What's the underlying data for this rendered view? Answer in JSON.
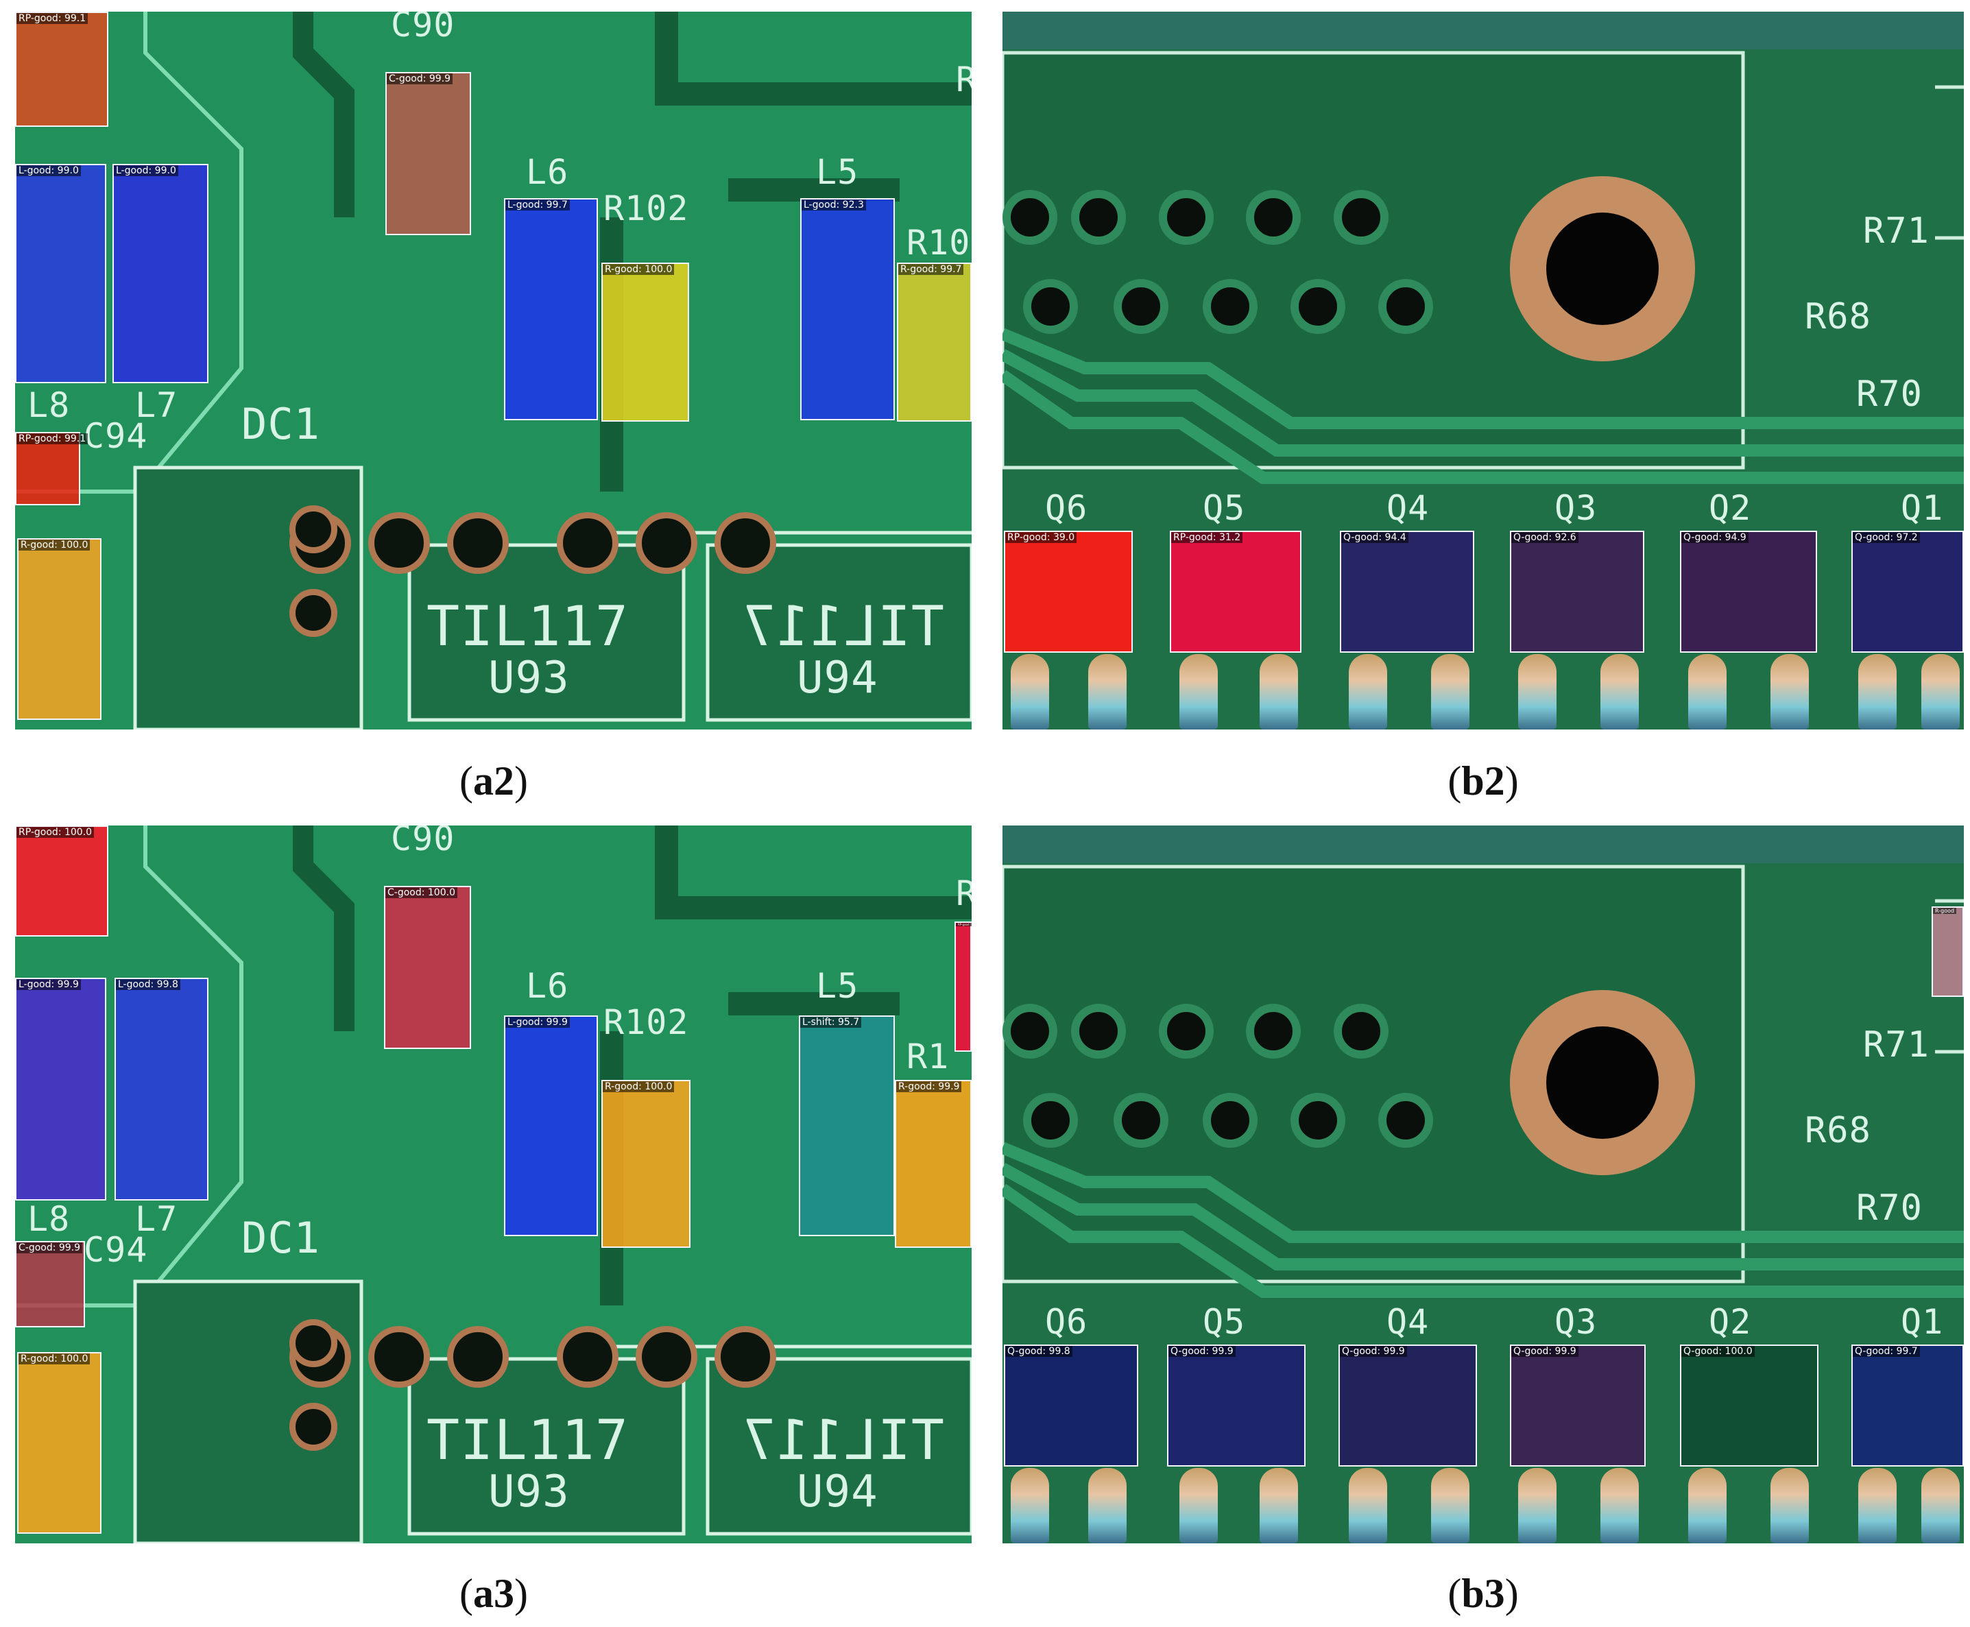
{
  "figure": {
    "panels": [
      {
        "id": "a2",
        "caption_letter": "a2",
        "silkscreen": [
          {
            "text": "C90"
          },
          {
            "text": "L6"
          },
          {
            "text": "R102"
          },
          {
            "text": "L5"
          },
          {
            "text": "R10"
          },
          {
            "text": "L8"
          },
          {
            "text": "L7"
          },
          {
            "text": "C94"
          },
          {
            "text": "DC1"
          },
          {
            "text": "TIL117"
          },
          {
            "text": "U93"
          },
          {
            "text": "TIL117"
          },
          {
            "text": "U94"
          },
          {
            "text": "R"
          }
        ],
        "detections": [
          {
            "label": "RP-good: 99.1",
            "color": "#e8461a"
          },
          {
            "label": "C-good: 99.9",
            "color": "#c0574a"
          },
          {
            "label": "L-good: 99.0",
            "color": "#2a3be0"
          },
          {
            "label": "L-good: 99.0",
            "color": "#2a2be4"
          },
          {
            "label": "L-good: 99.7",
            "color": "#1c36ea"
          },
          {
            "label": "R-good: 100.0",
            "color": "#e8d51f"
          },
          {
            "label": "L-good: 92.3",
            "color": "#1d39e4"
          },
          {
            "label": "R-good: 99.7",
            "color": "#d8cc2a"
          },
          {
            "label": "RP-good: 99.1",
            "color": "#e82410"
          },
          {
            "label": "R-good: 100.0",
            "color": "#f2a322"
          }
        ]
      },
      {
        "id": "b2",
        "caption_letter": "b2",
        "silkscreen": [
          {
            "text": "R71"
          },
          {
            "text": "R68"
          },
          {
            "text": "R70"
          },
          {
            "text": "Q6"
          },
          {
            "text": "Q5"
          },
          {
            "text": "Q4"
          },
          {
            "text": "Q3"
          },
          {
            "text": "Q2"
          },
          {
            "text": "Q1"
          }
        ],
        "detections": [
          {
            "label": "RP-good: 39.0",
            "color": "#fb1a18"
          },
          {
            "label": "RP-good: 31.2",
            "color": "#ec0c40"
          },
          {
            "label": "Q-good: 94.4",
            "color": "#2a1a6a"
          },
          {
            "label": "Q-good: 92.6",
            "color": "#3f1a55"
          },
          {
            "label": "Q-good: 94.9",
            "color": "#3d1553"
          },
          {
            "label": "Q-good: 97.2",
            "color": "#24186e"
          }
        ]
      },
      {
        "id": "a3",
        "caption_letter": "a3",
        "silkscreen": [
          {
            "text": "C90"
          },
          {
            "text": "L6"
          },
          {
            "text": "R102"
          },
          {
            "text": "L5"
          },
          {
            "text": "R1"
          },
          {
            "text": "L8"
          },
          {
            "text": "L7"
          },
          {
            "text": "C94"
          },
          {
            "text": "DC1"
          },
          {
            "text": "TIL117"
          },
          {
            "text": "U93"
          },
          {
            "text": "TIL117"
          },
          {
            "text": "U94"
          },
          {
            "text": "R"
          }
        ],
        "detections": [
          {
            "label": "RP-good: 100.0",
            "color": "#fa1d2a"
          },
          {
            "label": "C-good: 100.0",
            "color": "#d22d4a"
          },
          {
            "label": "L-good: 99.9",
            "color": "#4a2ad0"
          },
          {
            "label": "L-good: 99.8",
            "color": "#2a38e0"
          },
          {
            "label": "L-good: 99.9",
            "color": "#1c36ea"
          },
          {
            "label": "R-good: 100.0",
            "color": "#f6a41e"
          },
          {
            "label": "L-shift: 95.7",
            "color": "#1e8d90"
          },
          {
            "label": "R-good: 99.9",
            "color": "#f8a31a"
          },
          {
            "label": "C-good: 99.9",
            "color": "#b23a4a"
          },
          {
            "label": "R-good: 100.0",
            "color": "#f6a41e"
          },
          {
            "label": "RP-good",
            "color": "#f20f3a"
          }
        ]
      },
      {
        "id": "b3",
        "caption_letter": "b3",
        "silkscreen": [
          {
            "text": "R71"
          },
          {
            "text": "R68"
          },
          {
            "text": "R70"
          },
          {
            "text": "Q6"
          },
          {
            "text": "Q5"
          },
          {
            "text": "Q4"
          },
          {
            "text": "Q3"
          },
          {
            "text": "Q2"
          },
          {
            "text": "Q1"
          }
        ],
        "detections": [
          {
            "label": "Q-good: 99.8",
            "color": "#14186e"
          },
          {
            "label": "Q-good: 99.9",
            "color": "#1d1a72"
          },
          {
            "label": "Q-good: 99.9",
            "color": "#241860"
          },
          {
            "label": "Q-good: 99.9",
            "color": "#3f1a55"
          },
          {
            "label": "Q-good: 100.0",
            "color": "#0f4a32"
          },
          {
            "label": "Q-good: 99.7",
            "color": "#14227a"
          },
          {
            "label": "R-good",
            "color": "#c08090"
          }
        ]
      }
    ]
  }
}
